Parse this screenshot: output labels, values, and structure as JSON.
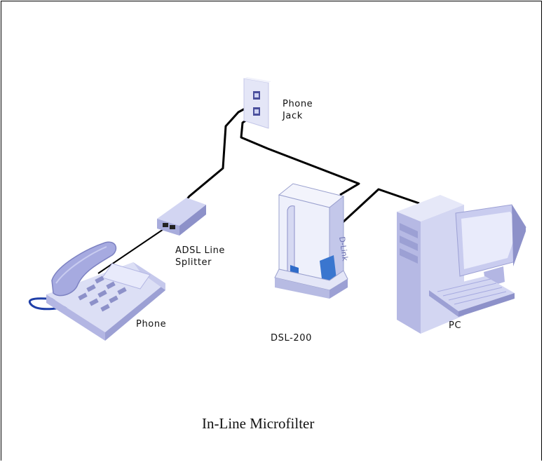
{
  "labels": {
    "phone_jack_line1": "Phone",
    "phone_jack_line2": "Jack",
    "splitter_line1": "ADSL Line",
    "splitter_line2": "Splitter",
    "phone": "Phone",
    "modem": "DSL-200",
    "pc": "PC",
    "modem_brand": "D-Link"
  },
  "caption": "In-Line Microfilter",
  "icons": [
    "wall-phone-jack-icon",
    "adsl-splitter-icon",
    "telephone-icon",
    "dsl-modem-icon",
    "desktop-pc-icon"
  ],
  "colors": {
    "device_body": "#dcdff5",
    "device_dark": "#8d91c9",
    "device_mid": "#b3b6e3",
    "cable": "#000000",
    "phone_cord": "#1f3fa8",
    "modem_accent": "#2f6bc9"
  }
}
